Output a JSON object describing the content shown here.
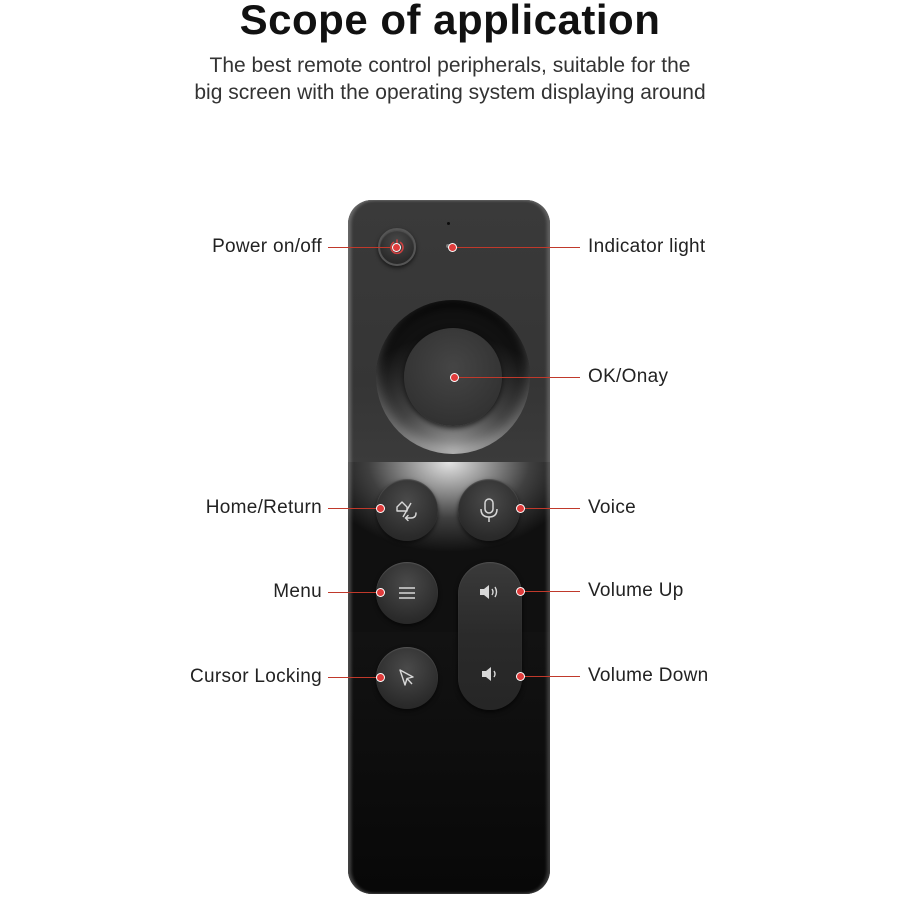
{
  "header": {
    "title": "Scope of application",
    "subtitle_line1": "The best remote control peripherals, suitable for the",
    "subtitle_line2": "big screen with the operating system displaying around"
  },
  "callouts": {
    "power": "Power on/off",
    "indicator": "Indicator light",
    "ok": "OK/Onay",
    "home_return": "Home/Return",
    "voice": "Voice",
    "menu": "Menu",
    "volume_up": "Volume Up",
    "cursor_locking": "Cursor Locking",
    "volume_down": "Volume Down"
  },
  "icons": {
    "power": "power-icon",
    "home_return": "home-return-icon",
    "voice": "microphone-icon",
    "menu": "menu-lines-icon",
    "cursor": "cursor-arrow-icon",
    "volume_up": "volume-up-icon",
    "volume_down": "volume-down-icon"
  },
  "colors": {
    "accent": "#e03c3c",
    "remote_body": "#1a1a1a"
  }
}
